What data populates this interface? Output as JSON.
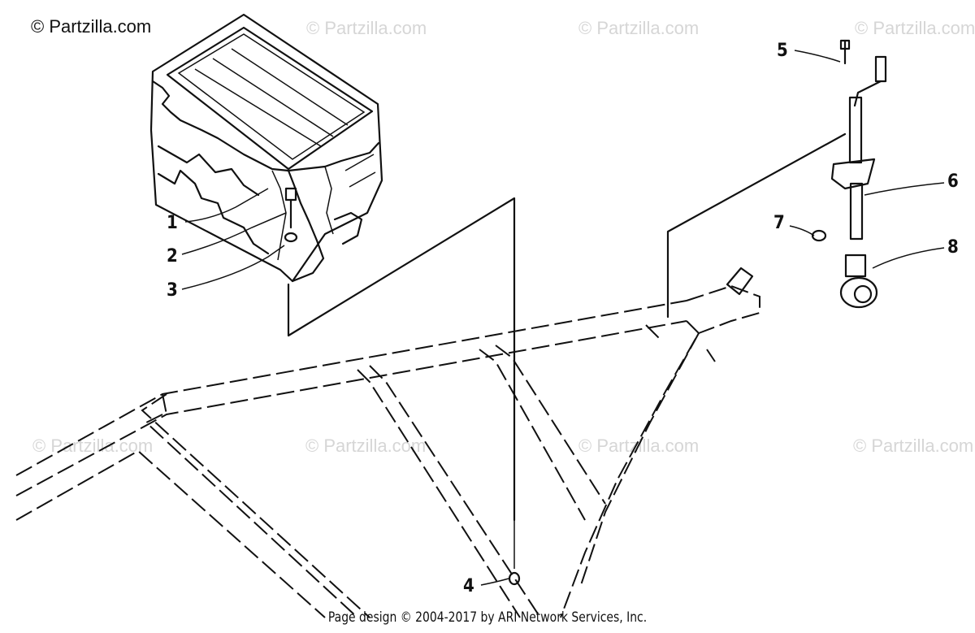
{
  "watermark": {
    "brand": "© Partzilla.com",
    "repeat": "© Partzilla.com"
  },
  "callouts": [
    "1",
    "2",
    "3",
    "4",
    "5",
    "6",
    "7",
    "8"
  ],
  "footer": "Page design © 2004-2017 by ARI Network Services, Inc."
}
